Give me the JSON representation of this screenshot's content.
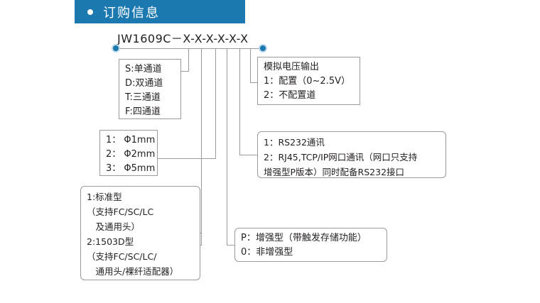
{
  "header": {
    "bullet_icon": "bullet-dot-icon",
    "title": "订购信息",
    "bg_color": "#1b79b0",
    "text_color": "#ffffff"
  },
  "part_number": {
    "text": "JW1609C－X-X-X-X-X-X",
    "left_node_icon": "node-dot-icon",
    "right_node_icon": "node-dot-icon",
    "node_color": "#1b79b0"
  },
  "callouts": {
    "channel": {
      "name": "channel-count-box",
      "lines": [
        "S:单通道",
        "D:双通道",
        "T:三通道",
        "F:四通道"
      ]
    },
    "fiber": {
      "name": "fiber-diameter-box",
      "lines": [
        "1： Φ1mm",
        "2： Φ2mm",
        "3： Φ5mm"
      ]
    },
    "connector_type": {
      "name": "connector-type-box",
      "lines": [
        "1:标准型",
        "（支持FC/SC/LC",
        "　及通用头）",
        "2:1503D型",
        "（支持FC/SC/LC/",
        "　通用头/裸纤适配器）"
      ]
    },
    "analog_output": {
      "name": "analog-voltage-output-box",
      "lines": [
        "模拟电压输出",
        "1：配置（0~2.5V）",
        "2：不配置道"
      ]
    },
    "communication": {
      "name": "communication-interface-box",
      "lines": [
        "1：RS232通讯",
        "2：RJ45,TCP/IP网口通讯（网口只支持",
        "增强型P版本）同时配备RS232接口"
      ]
    },
    "enhanced": {
      "name": "enhanced-version-box",
      "lines": [
        "P：增强型（带触发存储功能）",
        "0：非增强型"
      ]
    }
  },
  "line_color": "#9a9a9a"
}
